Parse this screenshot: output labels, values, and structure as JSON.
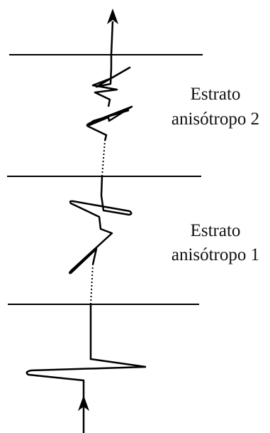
{
  "strata": [
    {
      "id": "stratum-2",
      "label_line1": "Estrato",
      "label_line2": "anisótropo 2"
    },
    {
      "id": "stratum-1",
      "label_line1": "Estrato",
      "label_line2": "anisótropo 1"
    }
  ],
  "colors": {
    "ink": "#000000",
    "label": "#111111",
    "background": "#ffffff"
  }
}
